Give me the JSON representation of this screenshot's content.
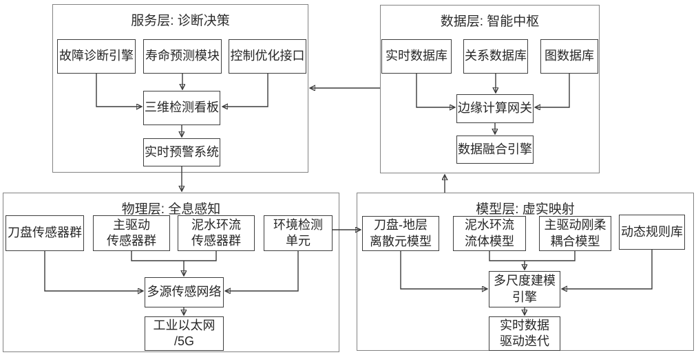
{
  "service_layer": {
    "title": "服务层: 诊断决策",
    "boxes": {
      "fault_engine": "故障诊断引擎",
      "life_module": "寿命预测模块",
      "control_interface": "控制优化接口",
      "dashboard_3d": "三维检测看板",
      "warning_system": "实时预警系统"
    }
  },
  "data_layer": {
    "title": "数据层: 智能中枢",
    "boxes": {
      "realtime_db": "实时数据库",
      "relational_db": "关系数据库",
      "graph_db": "图数据库",
      "edge_gateway": "边缘计算网关",
      "fusion_engine": "数据融合引擎"
    }
  },
  "physical_layer": {
    "title": "物理层: 全息感知",
    "boxes": {
      "cutterhead_sensors": "刀盘传感器群",
      "maindrive_line1": "主驱动",
      "maindrive_line2": "传感器群",
      "slurry_line1": "泥水环流",
      "slurry_line2": "传感器群",
      "env_line1": "环境检测",
      "env_line2": "单元",
      "sensing_network": "多源传感网络",
      "ethernet_line1": "工业以太网",
      "ethernet_line2": "/5G"
    }
  },
  "model_layer": {
    "title": "模型层: 虚实映射",
    "boxes": {
      "dem_line1": "刀盘-地层",
      "dem_line2": "离散元模型",
      "fluid_line1": "泥水环流",
      "fluid_line2": "流体模型",
      "coupling_line1": "主驱动刚柔",
      "coupling_line2": "耦合模型",
      "rule_base": "动态规则库",
      "engine_line1": "多尺度建模",
      "engine_line2": "引擎",
      "iteration_line1": "实时数据",
      "iteration_line2": "驱动迭代"
    }
  },
  "connections": [
    {
      "from": "故障诊断引擎",
      "to": "三维检测看板"
    },
    {
      "from": "寿命预测模块",
      "to": "三维检测看板"
    },
    {
      "from": "控制优化接口",
      "to": "三维检测看板"
    },
    {
      "from": "三维检测看板",
      "to": "实时预警系统"
    },
    {
      "from": "实时预警系统",
      "to": "物理层: 全息感知"
    },
    {
      "from": "实时数据库",
      "to": "边缘计算网关"
    },
    {
      "from": "关系数据库",
      "to": "边缘计算网关"
    },
    {
      "from": "图数据库",
      "to": "边缘计算网关"
    },
    {
      "from": "边缘计算网关",
      "to": "数据融合引擎"
    },
    {
      "from": "数据层: 智能中枢",
      "to": "服务层: 诊断决策"
    },
    {
      "from": "模型层: 虚实映射",
      "to": "数据层: 智能中枢"
    },
    {
      "from": "刀盘传感器群",
      "to": "多源传感网络"
    },
    {
      "from": "主驱动传感器群",
      "to": "多源传感网络"
    },
    {
      "from": "泥水环流传感器群",
      "to": "多源传感网络"
    },
    {
      "from": "环境检测单元",
      "to": "多源传感网络"
    },
    {
      "from": "多源传感网络",
      "to": "工业以太网/5G"
    },
    {
      "from": "环境检测单元",
      "to": "刀盘-地层离散元模型"
    },
    {
      "from": "刀盘-地层离散元模型",
      "to": "多尺度建模引擎"
    },
    {
      "from": "泥水环流流体模型",
      "to": "多尺度建模引擎"
    },
    {
      "from": "主驱动刚柔耦合模型",
      "to": "多尺度建模引擎"
    },
    {
      "from": "动态规则库",
      "to": "多尺度建模引擎"
    },
    {
      "from": "多尺度建模引擎",
      "to": "实时数据驱动迭代"
    }
  ],
  "colors": {
    "container_border": "#828282",
    "box_border": "#3d3d3d",
    "connector": "#3a3a3a",
    "text": "#262626",
    "background": "#ffffff"
  }
}
